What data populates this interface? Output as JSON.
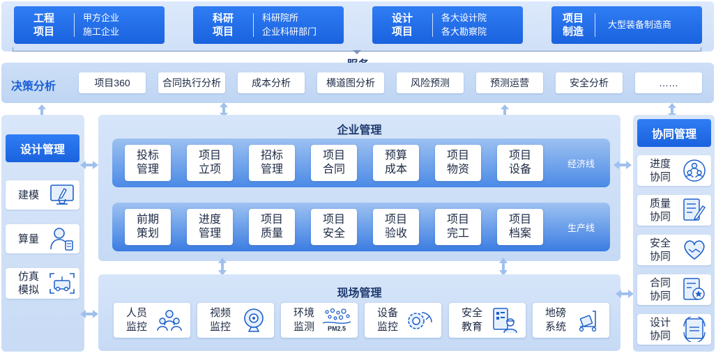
{
  "top_cards": [
    {
      "title": [
        "工程",
        "项目"
      ],
      "items": [
        "甲方企业",
        "施工企业"
      ]
    },
    {
      "title": [
        "科研",
        "项目"
      ],
      "items": [
        "科研院所",
        "企业科研部门"
      ]
    },
    {
      "title": [
        "设计",
        "项目"
      ],
      "items": [
        "各大设计院",
        "各大勘察院"
      ]
    },
    {
      "title": [
        "项目",
        "制造"
      ],
      "items": [
        "大型装备制造商"
      ]
    }
  ],
  "service_title": "服务",
  "decision": {
    "label": "决策分析",
    "buttons": [
      "项目360",
      "合同执行分析",
      "成本分析",
      "横道图分析",
      "风险预测",
      "预测运营",
      "安全分析",
      "……"
    ]
  },
  "design_mgmt": {
    "title": "设计管理",
    "items": [
      {
        "label": [
          "建模"
        ],
        "icon": "modeling-monitor-icon"
      },
      {
        "label": [
          "算量"
        ],
        "icon": "calculation-person-icon"
      },
      {
        "label": [
          "仿真",
          "模拟"
        ],
        "icon": "simulation-scan-icon"
      }
    ]
  },
  "enterprise": {
    "title": "企业管理",
    "economic_line": {
      "label": "经济线",
      "boxes": [
        [
          "投标",
          "管理"
        ],
        [
          "项目",
          "立项"
        ],
        [
          "招标",
          "管理"
        ],
        [
          "项目",
          "合同"
        ],
        [
          "预算",
          "成本"
        ],
        [
          "项目",
          "物资"
        ],
        [
          "项目",
          "设备"
        ]
      ]
    },
    "production_line": {
      "label": "生产线",
      "boxes": [
        [
          "前期",
          "策划"
        ],
        [
          "进度",
          "管理"
        ],
        [
          "项目",
          "质量"
        ],
        [
          "项目",
          "安全"
        ],
        [
          "项目",
          "验收"
        ],
        [
          "项目",
          "完工"
        ],
        [
          "项目",
          "档案"
        ]
      ]
    }
  },
  "field": {
    "title": "现场管理",
    "items": [
      {
        "label": [
          "人员",
          "监控"
        ],
        "icon": "people-group-icon"
      },
      {
        "label": [
          "视频",
          "监控"
        ],
        "icon": "camera-icon"
      },
      {
        "label": [
          "环境",
          "监测"
        ],
        "icon": "pm25-icon",
        "icon_text": "PM2.5"
      },
      {
        "label": [
          "设备",
          "监控"
        ],
        "icon": "gear-gauge-icon"
      },
      {
        "label": [
          "安全",
          "教育"
        ],
        "icon": "worker-board-icon"
      },
      {
        "label": [
          "地磅",
          "系统"
        ],
        "icon": "scale-cart-icon"
      }
    ]
  },
  "collab_mgmt": {
    "title": "协同管理",
    "items": [
      {
        "label": [
          "进度",
          "协同"
        ],
        "icon": "team-circle-icon"
      },
      {
        "label": [
          "质量",
          "协同"
        ],
        "icon": "doc-pen-icon"
      },
      {
        "label": [
          "安全",
          "协同"
        ],
        "icon": "heart-hands-icon"
      },
      {
        "label": [
          "合同",
          "协同"
        ],
        "icon": "doc-star-icon"
      },
      {
        "label": [
          "设计",
          "协同"
        ],
        "icon": "doc-cycle-icon"
      }
    ]
  },
  "colors": {
    "primary": "#1f6ae6",
    "panel": "#d3e3f8",
    "line_gradient_bottom": "#3b7de2"
  }
}
